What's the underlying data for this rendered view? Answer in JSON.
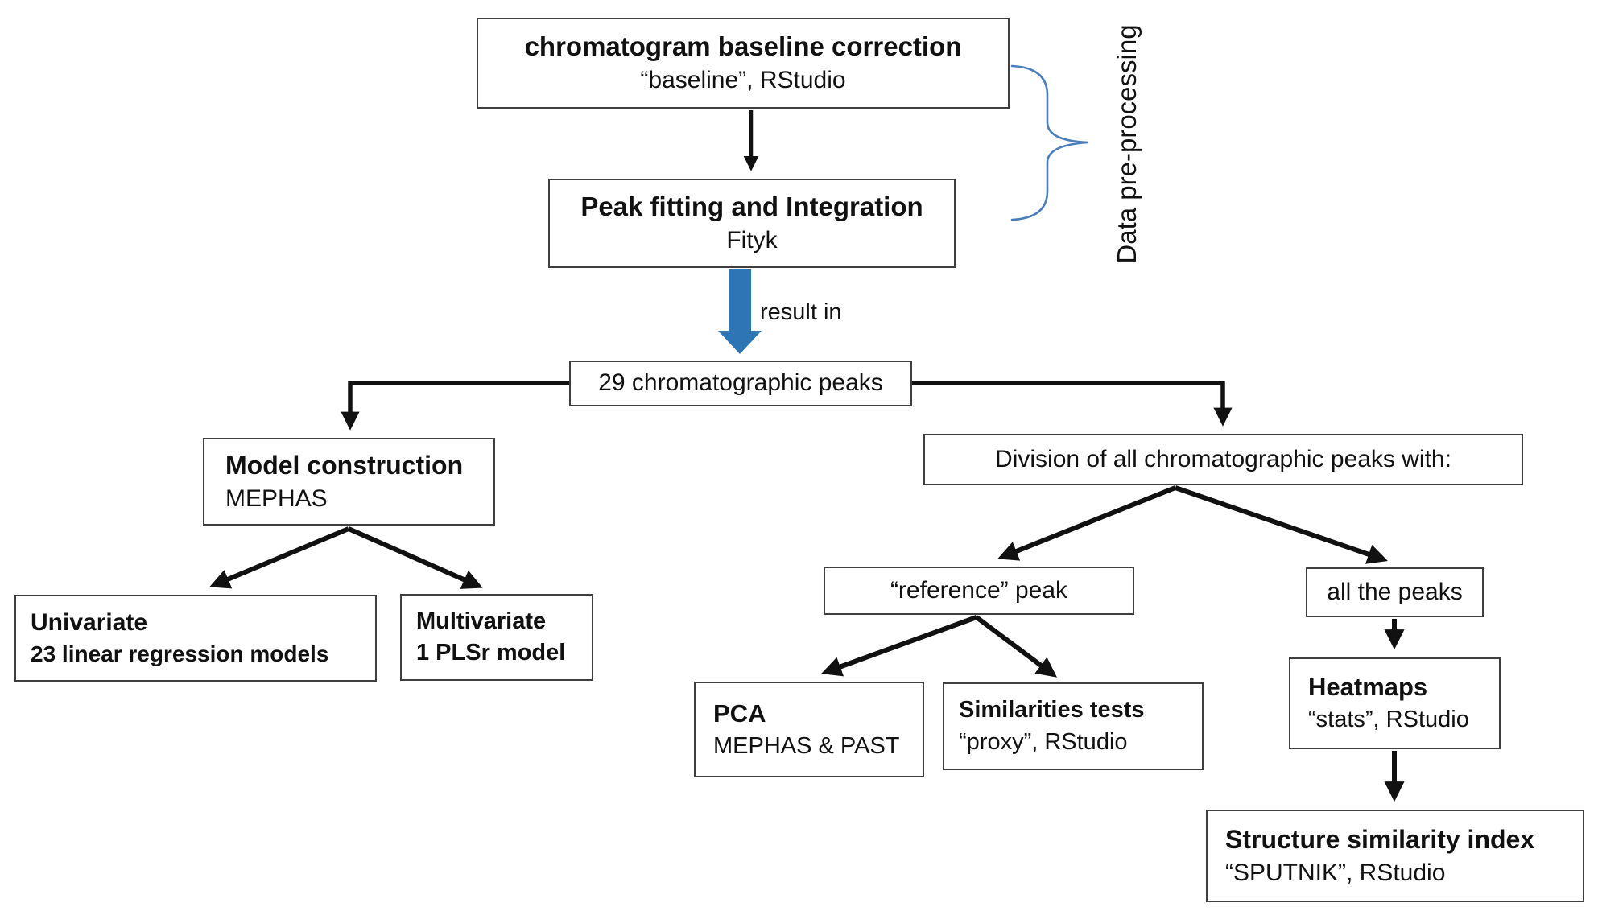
{
  "diagram": {
    "preprocessing": {
      "box_baseline": {
        "title": "chromatogram baseline correction",
        "subtitle": "“baseline”, RStudio"
      },
      "box_peakfit": {
        "title": "Peak fitting and Integration",
        "subtitle": "Fityk"
      },
      "brace_label": "Data pre-processing"
    },
    "result_arrow_label": "result in",
    "box_peaks": {
      "title": "29 chromatographic peaks"
    },
    "left_branch": {
      "box_model": {
        "title": "Model construction",
        "subtitle": "MEPHAS"
      },
      "box_univariate": {
        "title": "Univariate",
        "subtitle": "23 linear regression models"
      },
      "box_multivariate": {
        "title": "Multivariate",
        "subtitle": "1 PLSr model"
      }
    },
    "right_branch": {
      "box_division": {
        "title": "Division of all chromatographic peaks with:"
      },
      "box_reference": {
        "title": "“reference” peak"
      },
      "box_allpeaks": {
        "title": "all the peaks"
      },
      "box_pca": {
        "title": "PCA",
        "subtitle": "MEPHAS & PAST"
      },
      "box_similarities": {
        "title": "Similarities tests",
        "subtitle": "“proxy”, RStudio"
      },
      "box_heatmaps": {
        "title": "Heatmaps",
        "subtitle": "“stats”, RStudio"
      },
      "box_structure": {
        "title": "Structure similarity index",
        "subtitle": "“SPUTNIK”, RStudio"
      }
    },
    "colors": {
      "result_arrow_blue": "#2E75B6",
      "brace_blue": "#4A7EBB",
      "connector_black": "#111111",
      "box_border": "#3f3f3f"
    }
  }
}
